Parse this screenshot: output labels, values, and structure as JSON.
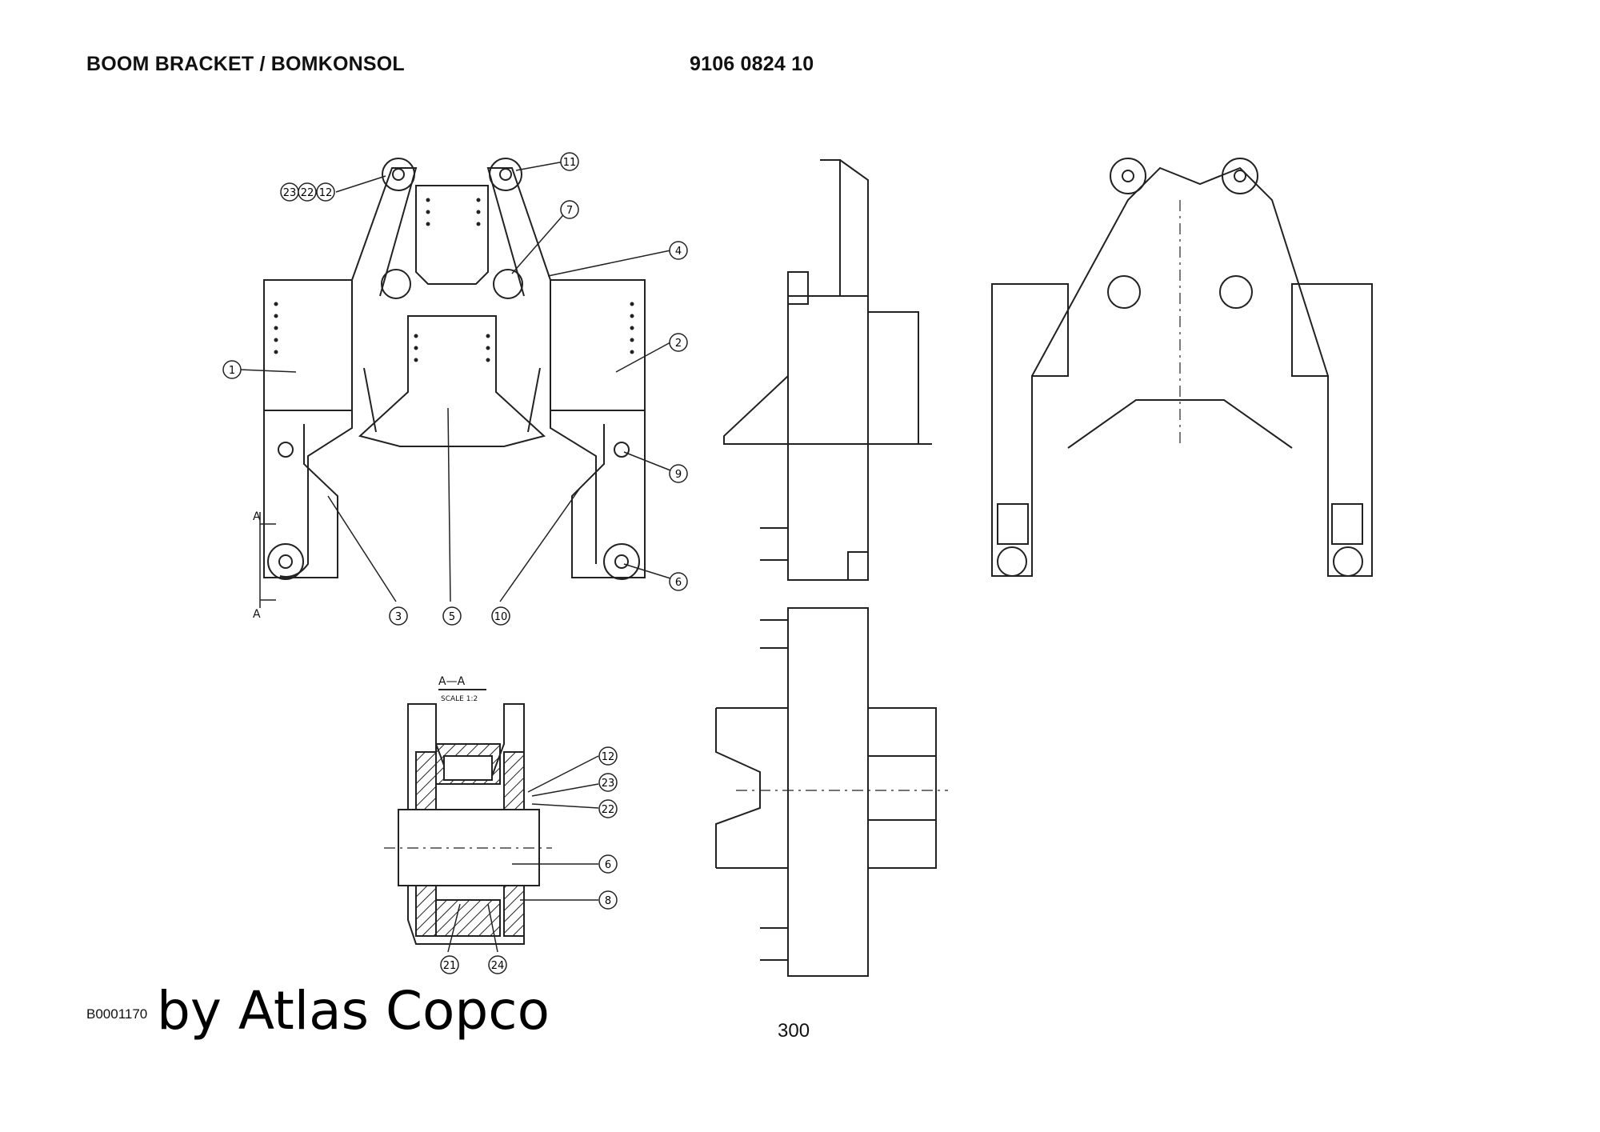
{
  "header": {
    "title": "BOOM BRACKET / BOMKONSOL",
    "part_number": "9106 0824 10"
  },
  "footer": {
    "image_id": "B0001170",
    "watermark": "by Atlas Copco",
    "page_number": "300"
  },
  "diagram": {
    "section_label": "A—A",
    "scale_label": "SCALE 1:2",
    "section_marker": "A",
    "callouts_front": [
      "23",
      "22",
      "12",
      "11",
      "7",
      "4",
      "2",
      "1",
      "9",
      "6",
      "3",
      "5",
      "10"
    ],
    "callouts_section": [
      "12",
      "23",
      "22",
      "6",
      "8",
      "21",
      "24"
    ]
  }
}
